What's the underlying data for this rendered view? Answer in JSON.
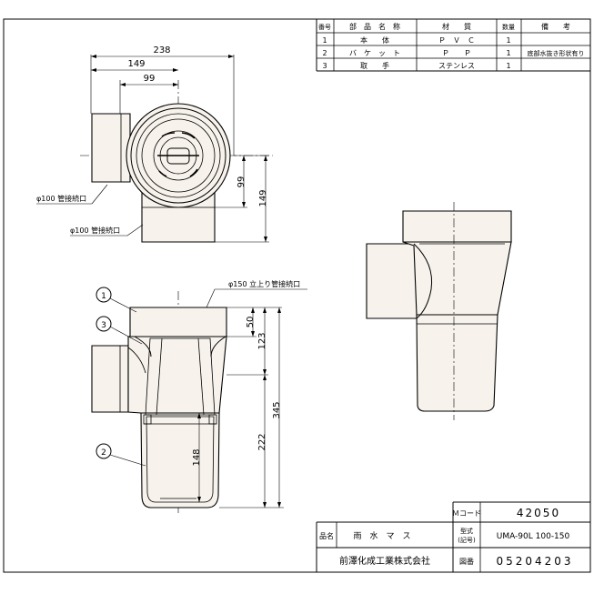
{
  "parts_table": {
    "headers": {
      "no": "番号",
      "name": "部　品　名　称",
      "material": "材　　質",
      "qty": "数量",
      "note": "備　　考"
    },
    "rows": [
      {
        "no": "1",
        "name": "本　　体",
        "material": "Ｐ　Ｖ　Ｃ",
        "qty": "1",
        "note": ""
      },
      {
        "no": "2",
        "name": "バ　ケ　ッ　ト",
        "material": "Ｐ　　Ｐ",
        "qty": "1",
        "note": "底部水抜き形状有り"
      },
      {
        "no": "3",
        "name": "取　　手",
        "material": "ステンレス",
        "qty": "1",
        "note": ""
      }
    ]
  },
  "dimensions": {
    "overall_width": "238",
    "width_149": "149",
    "width_99": "99",
    "side_99": "99",
    "side_149": "149",
    "inlet_side": "φ100 管接続口",
    "inlet_bottom": "φ100 管接続口",
    "top_outlet": "φ150 立上り管接続口",
    "h50": "50",
    "h123": "123",
    "h345": "345",
    "h222": "222",
    "h148": "148"
  },
  "callouts": [
    "1",
    "3",
    "2"
  ],
  "title_block": {
    "mcode_label": "Ｍコード",
    "mcode_value": "42050",
    "name_label": "品名",
    "name_value": "雨　水　マ　ス",
    "model_label_1": "型式",
    "model_label_2": "(記号)",
    "model_value": "UMA-90L  100-150",
    "company": "前澤化成工業株式会社",
    "drawing_no_label": "図番",
    "drawing_no_value": "05204203"
  }
}
